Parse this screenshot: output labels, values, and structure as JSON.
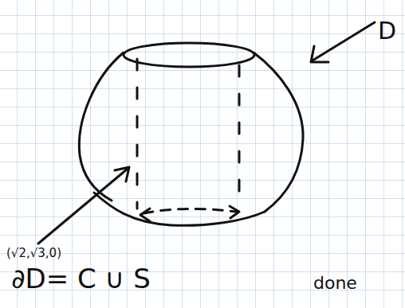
{
  "diagram": {
    "labels": [
      "D",
      "(√2,√3,0)",
      "∂D= C ∪ S",
      "done"
    ]
  }
}
